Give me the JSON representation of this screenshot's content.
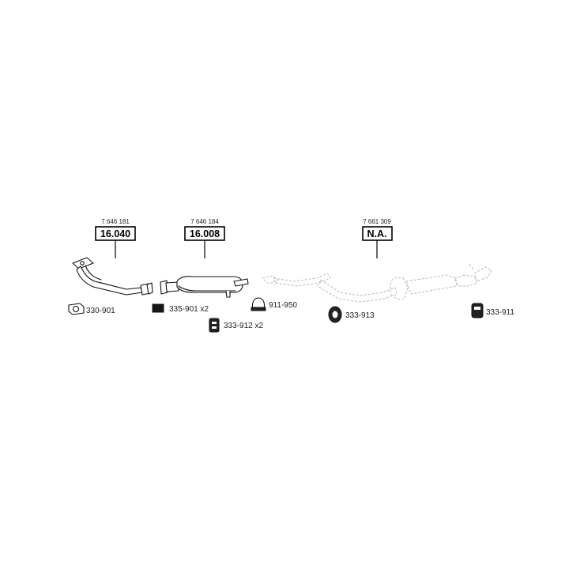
{
  "callouts": [
    {
      "id": "front-pipe",
      "ref": "7 646 181",
      "code": "16.040"
    },
    {
      "id": "middle-silencer",
      "ref": "7 646 184",
      "code": "16.008"
    },
    {
      "id": "rear-section",
      "ref": "7 661 309",
      "code": "N.A."
    }
  ],
  "parts": [
    {
      "id": "gasket",
      "label": "330-901"
    },
    {
      "id": "spring",
      "label": "335-901 x2"
    },
    {
      "id": "rubber-mount",
      "label": "333-912 x2"
    },
    {
      "id": "clamp",
      "label": "911-950"
    },
    {
      "id": "ring-mount",
      "label": "333-913"
    },
    {
      "id": "hanger",
      "label": "333-911"
    }
  ]
}
